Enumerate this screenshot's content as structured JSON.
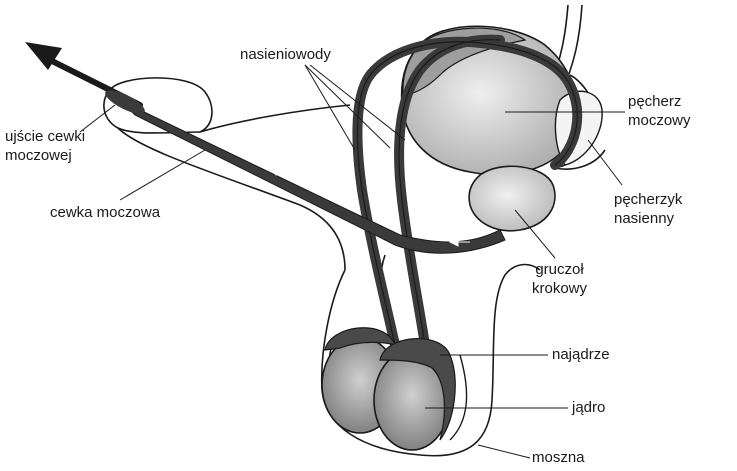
{
  "labels": {
    "nasieniowody": "nasieniowody",
    "ujscie_line1": "ujście cewki",
    "ujscie_line2": "moczowej",
    "cewka_moczowa": "cewka moczowa",
    "pecherz_line1": "pęcherz",
    "pecherz_line2": "moczowy",
    "pecherzyk_line1": "pęcherzyk",
    "pecherzyk_line2": "nasienny",
    "gruczol_line1": "gruczoł",
    "gruczol_line2": "krokowy",
    "najadrze": "najądrze",
    "jadro": "jądro",
    "moszna": "moszna"
  },
  "colors": {
    "outline": "#1a1a1a",
    "duct": "#3a3a3a",
    "organ_light": "#d9d9d9",
    "organ_mid": "#bdbdbd",
    "testis": "#a9a9a9",
    "epididymis": "#4a4a4a"
  }
}
